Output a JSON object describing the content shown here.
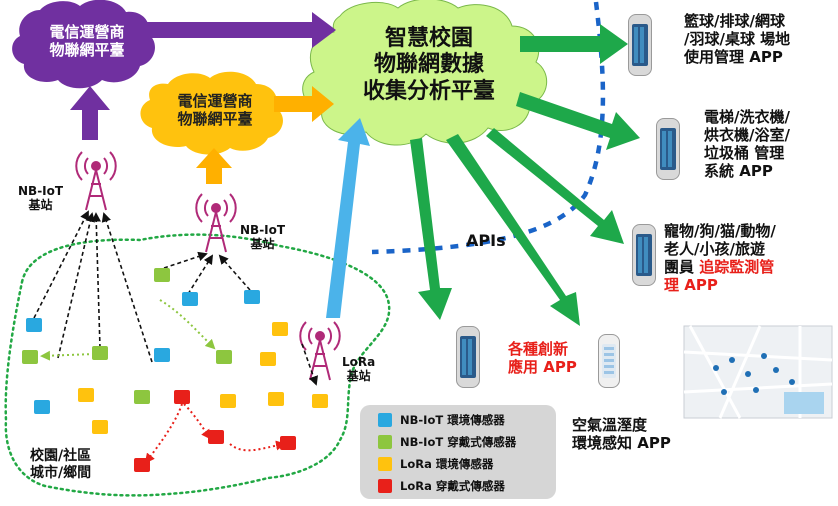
{
  "clouds": {
    "purple": [
      "電信運營商",
      "物聯網平臺"
    ],
    "yellow": [
      "電信運營商",
      "物聯網平臺"
    ],
    "main": [
      "智慧校園",
      "物聯網數據",
      "收集分析平臺"
    ]
  },
  "stations": {
    "left": [
      "NB-IoT",
      "基站"
    ],
    "middle": [
      "NB-IoT",
      "基站"
    ],
    "lora": [
      "LoRa",
      "基站"
    ]
  },
  "apis_label": "APIs",
  "campus_label": [
    "校園/社區",
    "城市/鄉間"
  ],
  "apps": {
    "sports": [
      "籃球/排球/網球",
      "/羽球/桌球 場地",
      "使用管理 APP"
    ],
    "facilities": [
      "電梯/洗衣機/",
      "烘衣機/浴室/",
      "垃圾桶 管理",
      "系統 APP"
    ],
    "tracking_black": [
      "寵物/狗/猫/動物/",
      "老人/小孩/旅遊",
      "團員 "
    ],
    "tracking_red_inline": "追踪監測管",
    "tracking_red_line": "理 APP",
    "innovation": [
      "各種創新",
      "應用 APP"
    ],
    "air": [
      "空氣溫溼度",
      "環境感知 APP"
    ]
  },
  "legend": [
    {
      "label": "NB-IoT 環境傳感器",
      "color": "#29a8e0"
    },
    {
      "label": "NB-IoT 穿戴式傳感器",
      "color": "#8dc63f"
    },
    {
      "label": "LoRa 環境傳感器",
      "color": "#ffc20e"
    },
    {
      "label": "LoRa 穿戴式傳感器",
      "color": "#e8201a"
    }
  ],
  "colors": {
    "purple": "#7030a0",
    "orange": "#ffb000",
    "green": "#1ea84a",
    "blue": "#4bb3ea",
    "cloud_green": "#ccf58a",
    "cloud_yellow": "#ffd23a",
    "dotted_blue": "#1a64c8",
    "dotted_green": "#22a844",
    "tower": "#b02a78"
  }
}
